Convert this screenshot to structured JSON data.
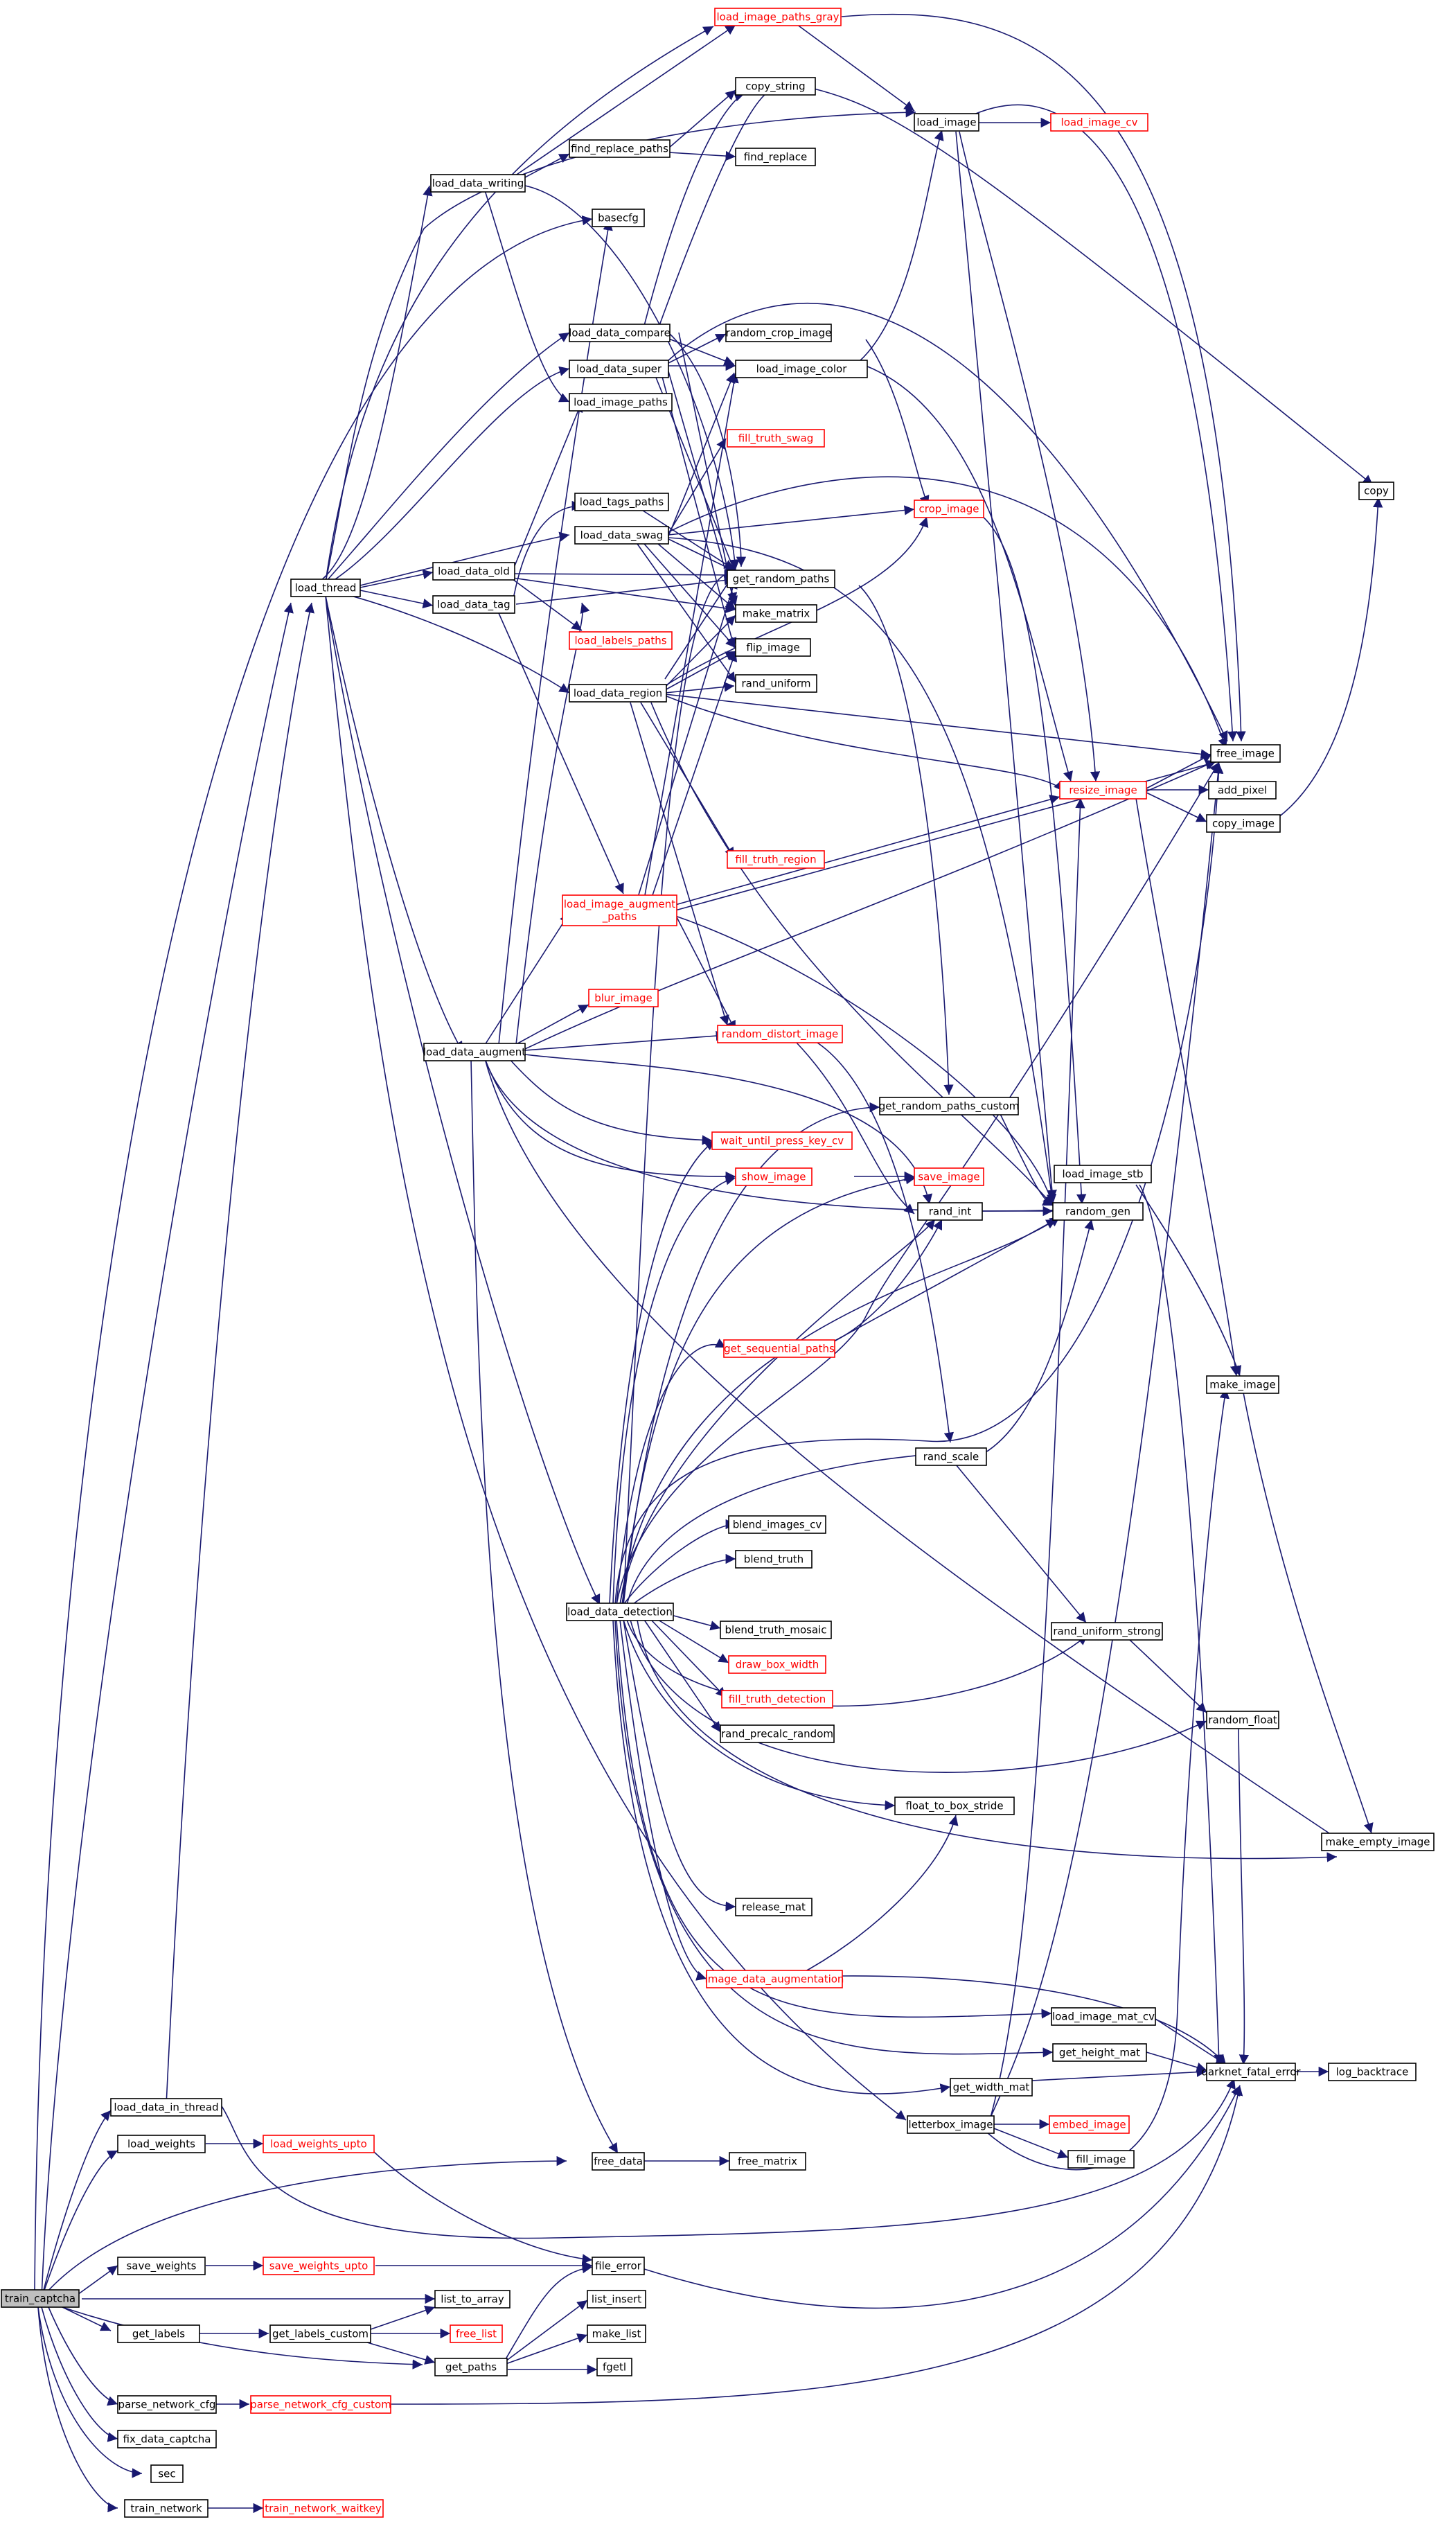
{
  "colors": {
    "edge": "#191970",
    "box_black": "#000000",
    "box_red": "#ff0000",
    "root_fill": "#bfbfbf"
  },
  "nodes": {
    "train_captcha": "train_captcha",
    "load_thread": "load_thread",
    "load_data_in_thread": "load_data_in_thread",
    "load_weights": "load_weights",
    "load_weights_upto": "load_weights_upto",
    "free_data": "free_data",
    "free_matrix": "free_matrix",
    "save_weights": "save_weights",
    "save_weights_upto": "save_weights_upto",
    "file_error": "file_error",
    "list_to_array": "list_to_array",
    "get_labels": "get_labels",
    "get_labels_custom": "get_labels_custom",
    "free_list": "free_list",
    "list_insert": "list_insert",
    "make_list": "make_list",
    "get_paths": "get_paths",
    "fgetl": "fgetl",
    "parse_network_cfg": "parse_network_cfg",
    "parse_network_cfg_custom": "parse_network_cfg_custom",
    "fix_data_captcha": "fix_data_captcha",
    "sec": "sec",
    "train_network": "train_network",
    "train_network_waitkey": "train_network_waitkey",
    "load_data_writing": "load_data_writing",
    "find_replace_paths": "find_replace_paths",
    "basecfg": "basecfg",
    "copy_string": "copy_string",
    "find_replace": "find_replace",
    "load_image_paths_gray": "load_image_paths_gray",
    "load_image": "load_image",
    "load_image_cv": "load_image_cv",
    "load_data_compare": "load_data_compare",
    "load_data_super": "load_data_super",
    "load_image_paths": "load_image_paths",
    "random_crop_image": "random_crop_image",
    "load_image_color": "load_image_color",
    "fill_truth_swag": "fill_truth_swag",
    "load_tags_paths": "load_tags_paths",
    "load_data_swag": "load_data_swag",
    "crop_image": "crop_image",
    "copy": "copy",
    "load_data_old": "load_data_old",
    "load_data_tag": "load_data_tag",
    "get_random_paths": "get_random_paths",
    "make_matrix": "make_matrix",
    "load_labels_paths": "load_labels_paths",
    "flip_image": "flip_image",
    "rand_uniform": "rand_uniform",
    "load_data_region": "load_data_region",
    "free_image": "free_image",
    "resize_image": "resize_image",
    "add_pixel": "add_pixel",
    "copy_image": "copy_image",
    "fill_truth_region": "fill_truth_region",
    "load_image_augment_paths_1": "load_image_augment",
    "load_image_augment_paths_2": "_paths",
    "blur_image": "blur_image",
    "load_data_augment": "load_data_augment",
    "random_distort_image": "random_distort_image",
    "get_random_paths_custom": "get_random_paths_custom",
    "load_image_stb": "load_image_stb",
    "wait_until_press_key_cv": "wait_until_press_key_cv",
    "show_image": "show_image",
    "save_image": "save_image",
    "rand_int": "rand_int",
    "random_gen": "random_gen",
    "get_sequential_paths": "get_sequential_paths",
    "make_image": "make_image",
    "rand_scale": "rand_scale",
    "blend_images_cv": "blend_images_cv",
    "blend_truth": "blend_truth",
    "load_data_detection": "load_data_detection",
    "blend_truth_mosaic": "blend_truth_mosaic",
    "rand_uniform_strong": "rand_uniform_strong",
    "draw_box_width": "draw_box_width",
    "fill_truth_detection": "fill_truth_detection",
    "rand_precalc_random": "rand_precalc_random",
    "random_float": "random_float",
    "float_to_box_stride": "float_to_box_stride",
    "make_empty_image": "make_empty_image",
    "release_mat": "release_mat",
    "image_data_augmentation": "image_data_augmentation",
    "load_image_mat_cv": "load_image_mat_cv",
    "get_height_mat": "get_height_mat",
    "darknet_fatal_error": "darknet_fatal_error",
    "log_backtrace": "log_backtrace",
    "get_width_mat": "get_width_mat",
    "letterbox_image": "letterbox_image",
    "embed_image": "embed_image",
    "fill_image": "fill_image"
  }
}
